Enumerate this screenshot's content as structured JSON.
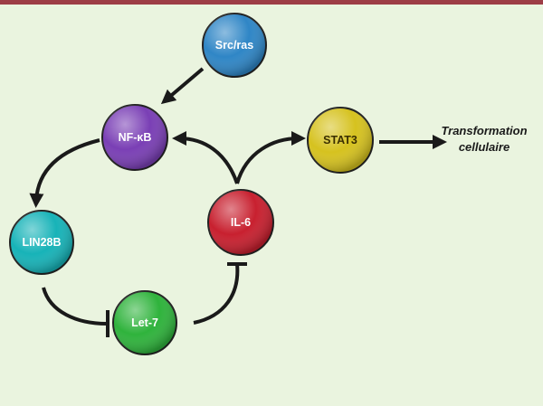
{
  "nodes": {
    "src_ras": {
      "label": "Src/ras",
      "color": "#2f86c6"
    },
    "nfkb": {
      "label": "NF-κB",
      "color": "#7a3fb5"
    },
    "lin28b": {
      "label": "LIN28B",
      "color": "#17b3b8"
    },
    "let7": {
      "label": "Let-7",
      "color": "#2fb33c"
    },
    "il6": {
      "label": "IL-6",
      "color": "#c8202f"
    },
    "stat3": {
      "label": "STAT3",
      "color": "#d6c21f"
    }
  },
  "outcome": {
    "line1": "Transformation",
    "line2": "cellulaire"
  }
}
